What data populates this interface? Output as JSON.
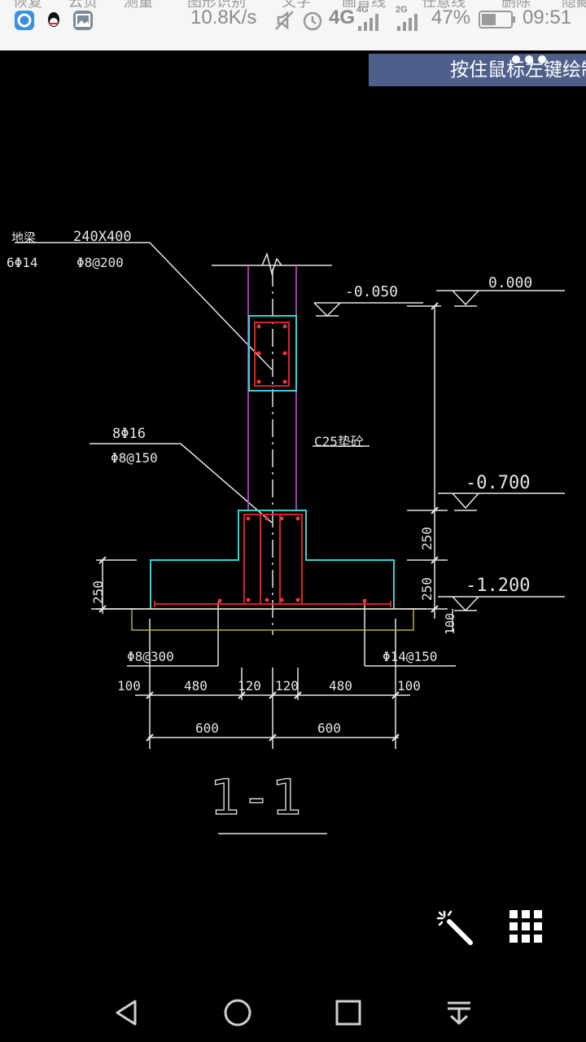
{
  "status_bar": {
    "hidden_menu": [
      "恢复",
      "云负",
      "测量",
      "图形识别",
      "文字",
      "画音线",
      "任意线",
      "删除",
      "隐藏"
    ],
    "net_speed": "10.8K/s",
    "network_1": "4G",
    "network_1_small": "4G",
    "network_2_small": "2G",
    "battery": "47%",
    "time": "09:51",
    "icons": [
      "browser-icon",
      "qq-icon",
      "gallery-icon",
      "mute-icon",
      "alarm-icon",
      "signal-icon",
      "battery-icon"
    ]
  },
  "hint_banner": {
    "text": "按住鼠标左键绘制"
  },
  "drawing": {
    "beam_label": "地梁",
    "beam_size": "240X400",
    "beam_main_rebar": "6Φ14",
    "beam_stirrup": "Φ8@200",
    "col_main_rebar": "8Φ16",
    "col_stirrup": "Φ8@150",
    "concrete": "C25垫砼",
    "level_top_left": "-0.050",
    "level_top_right": "0.000",
    "level_mid": "-0.700",
    "level_bottom": "-1.200",
    "dim_250_a": "250",
    "dim_250_b": "250",
    "dim_250_left": "250",
    "dim_100_right": "100",
    "bottom_left_rebar": "Φ8@300",
    "bottom_right_rebar": "Φ14@150",
    "dims_row1": [
      "100",
      "480",
      "120",
      "120",
      "480",
      "100"
    ],
    "dims_row2": [
      "600",
      "600"
    ],
    "section_title": "1-1"
  },
  "colors": {
    "cyan": "#30d6d6",
    "magenta": "#c040c0",
    "red": "#e02020",
    "white": "#e6e6e6",
    "yellow": "#b8b040",
    "banner": "#4d5f8a"
  },
  "bottom_icons": [
    "magic-wand-icon",
    "grid-icon"
  ],
  "nav": [
    "back-icon",
    "home-icon",
    "recents-icon",
    "drawer-icon"
  ]
}
